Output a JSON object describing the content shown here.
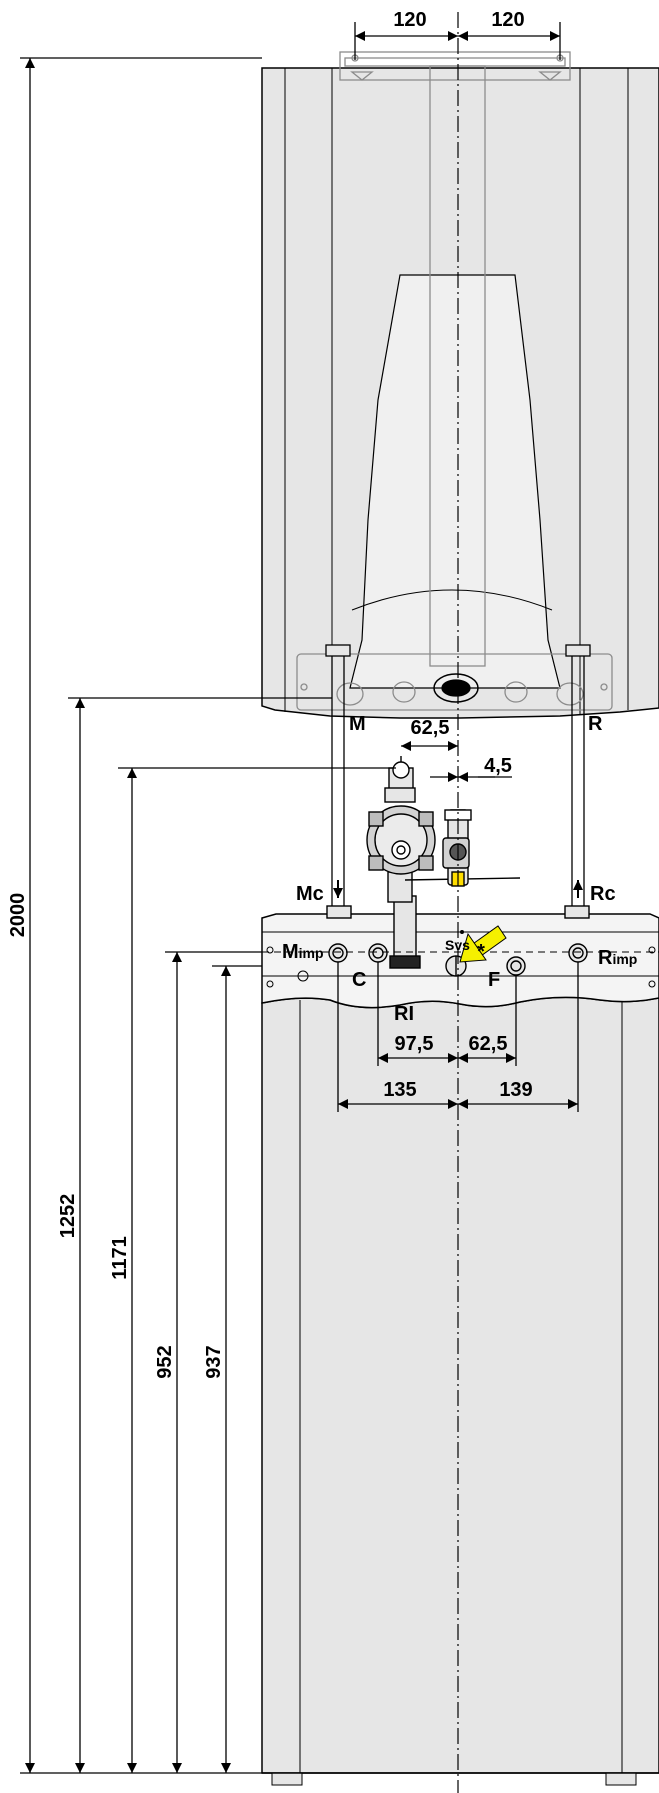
{
  "diagram": {
    "dimensions": {
      "top_left_offset": "120",
      "top_right_offset": "120",
      "total_height": "2000",
      "height_to_boiler_bottom": "1252",
      "height_to_pump_inlet": "1171",
      "height_to_upper_connections": "952",
      "height_to_lower_connections": "937",
      "pump_offset": "62,5",
      "valve_offset": "4,5",
      "left_inner_offset": "97,5",
      "right_inner_offset": "62,5",
      "left_outer_offset": "135",
      "right_outer_offset": "139"
    },
    "connections": {
      "m": "M",
      "r": "R",
      "mc": "Mc",
      "rc": "Rc",
      "m_imp_main": "M",
      "m_imp_sub": "imp",
      "r_imp_main": "R",
      "r_imp_sub": "imp",
      "svs": "Svs",
      "c": "C",
      "f": "F",
      "ri": "RI"
    },
    "colors": {
      "panel": "#e6e6e6",
      "panel_dark": "#d2d2d2",
      "outline": "#000000",
      "frame": "#8c8c8c",
      "marker": "#f5f000"
    },
    "icons": {
      "arrow_marker": "arrow-marker-icon",
      "pump": "pump-icon",
      "valve": "valve-icon"
    }
  }
}
